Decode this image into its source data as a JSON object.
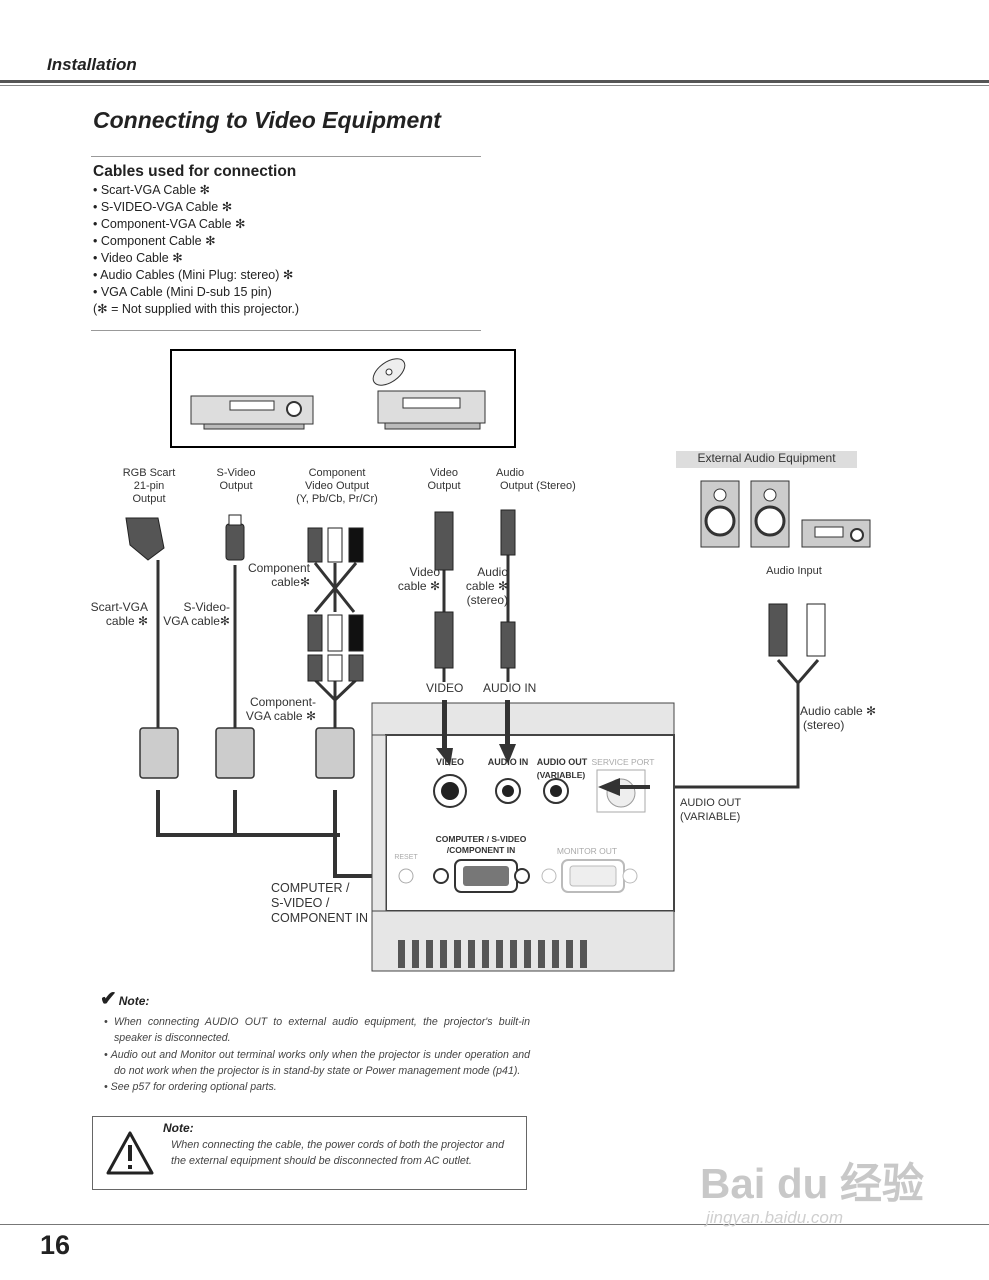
{
  "header": {
    "section": "Installation",
    "title": "Connecting to Video Equipment"
  },
  "cables": {
    "title": "Cables used for connection",
    "items": [
      "• Scart-VGA Cable ✻",
      "• S-VIDEO-VGA Cable ✻",
      "• Component-VGA Cable ✻",
      "• Component Cable ✻",
      "• Video Cable ✻",
      "• Audio Cables (Mini Plug: stereo) ✻",
      "• VGA Cable (Mini D-sub 15 pin)"
    ],
    "note": "(✻ = Not supplied with this projector.)"
  },
  "diagram": {
    "external_audio": "External Audio Equipment",
    "audio_input": "Audio Input",
    "out_rgb": [
      "RGB Scart",
      "21-pin",
      "Output"
    ],
    "out_svideo": [
      "S-Video",
      "Output"
    ],
    "out_component": [
      "Component",
      "Video Output",
      "(Y, Pb/Cb, Pr/Cr)"
    ],
    "out_video": [
      "Video",
      "Output"
    ],
    "out_audio": [
      "Audio",
      "Output (Stereo)"
    ],
    "cable_component": [
      "Component",
      "cable✻"
    ],
    "cable_video": [
      "Video",
      "cable ✻"
    ],
    "cable_audio": [
      "Audio",
      "cable ✻",
      "(stereo)"
    ],
    "cable_scart": [
      "Scart-VGA",
      "cable ✻"
    ],
    "cable_svideo": [
      "S-Video-",
      "VGA cable✻"
    ],
    "cable_compvga": [
      "Component-",
      "VGA cable ✻"
    ],
    "video_in": "VIDEO",
    "audio_in": "AUDIO IN",
    "audio_cable_right": [
      "Audio cable ✻",
      "(stereo)"
    ],
    "audio_out_label": [
      "AUDIO  OUT",
      "(VARIABLE)"
    ],
    "computer_in": [
      "COMPUTER /",
      "S-VIDEO /",
      "COMPONENT IN"
    ],
    "panel": {
      "video": "VIDEO",
      "audio_in": "AUDIO  IN",
      "audio_out": "AUDIO  OUT",
      "variable": "(VARIABLE)",
      "service_port": "SERVICE PORT",
      "reset": "RESET",
      "computer": "COMPUTER / S-VIDEO",
      "component": "/COMPONENT IN",
      "monitor_out": "MONITOR OUT"
    }
  },
  "notes": {
    "heading": "Note:",
    "items": [
      "When connecting AUDIO OUT to external audio equipment, the projector's built-in speaker is disconnected.",
      "Audio out and Monitor out terminal works only when the projector is under operation and do not work when the projector is in stand-by state or Power management mode (p41).",
      "See p57 for ordering optional parts."
    ]
  },
  "warning": {
    "title": "Note:",
    "text": "When connecting the cable, the power cords of both the projector and the external equipment should be disconnected from AC outlet."
  },
  "page_number": "16",
  "watermark": {
    "main": "Bai du 经验",
    "url": "jingyan.baidu.com"
  }
}
